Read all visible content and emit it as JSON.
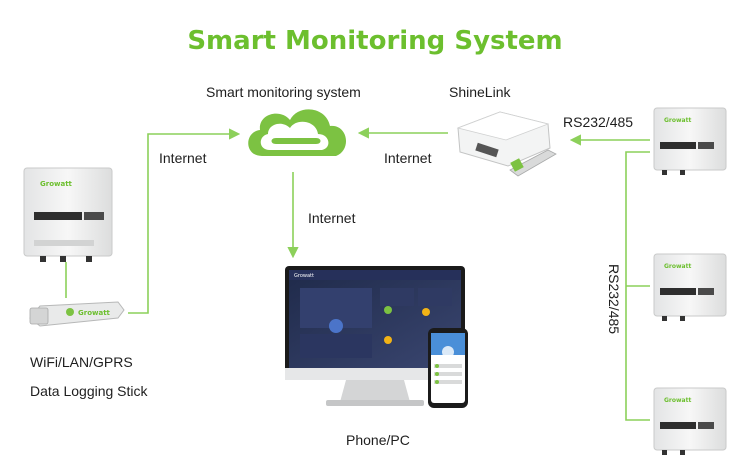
{
  "title": "Smart Monitoring System",
  "labels": {
    "cloud": "Smart monitoring system",
    "shinelink": "ShineLink",
    "internet_left": "Internet",
    "internet_mid": "Internet",
    "internet_down": "Internet",
    "rs232_top": "RS232/485",
    "rs232_vertical": "RS232/485",
    "stick_line1": "WiFi/LAN/GPRS",
    "stick_line2": "Data Logging Stick",
    "device": "Phone/PC",
    "brand": "Growatt"
  },
  "colors": {
    "title": "#6cbf2e",
    "connector": "#8cd05a",
    "cloud": "#7cc242",
    "inverter_body": "#f1f2f2",
    "screen_bg": "#2b3558"
  }
}
